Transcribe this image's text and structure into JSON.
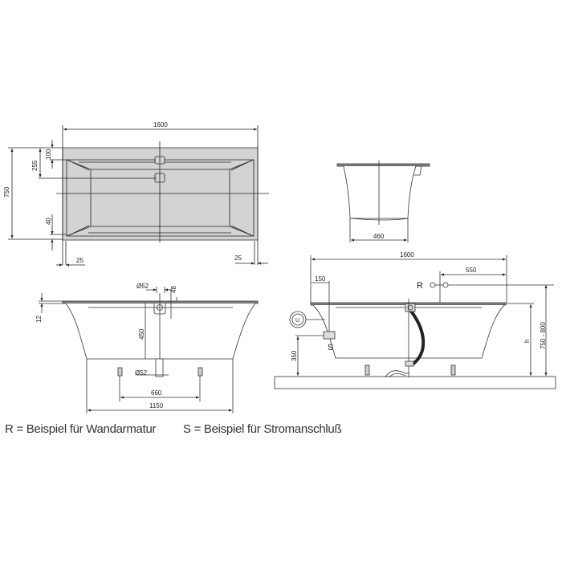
{
  "top_view": {
    "length": "1600",
    "width": "750",
    "offset_overflow": "100",
    "offset_drain": "255",
    "rim_bottom": "40",
    "rim_left": "25",
    "rim_right": "25"
  },
  "end_view": {
    "base_width": "460"
  },
  "front_view": {
    "overflow_diameter": "Ø52",
    "overflow_height": "48",
    "rim_thickness": "12",
    "depth": "450",
    "drain_diameter": "Ø52",
    "feet_spacing": "660",
    "base_length": "1150"
  },
  "install_view": {
    "length": "1600",
    "fitting_offset": "550",
    "socket_offset": "150",
    "fitting_label": "R",
    "socket_label": "S",
    "socket_symbol": "U",
    "socket_height": "350",
    "height_label": "h",
    "height_range": "750 - 800"
  },
  "legend": {
    "r_text": "R = Beispiel für Wandarmatur",
    "s_text": "S = Beispiel für Stromanschluß"
  },
  "colors": {
    "tub_fill": "#d4d2d4",
    "line": "#222222"
  }
}
